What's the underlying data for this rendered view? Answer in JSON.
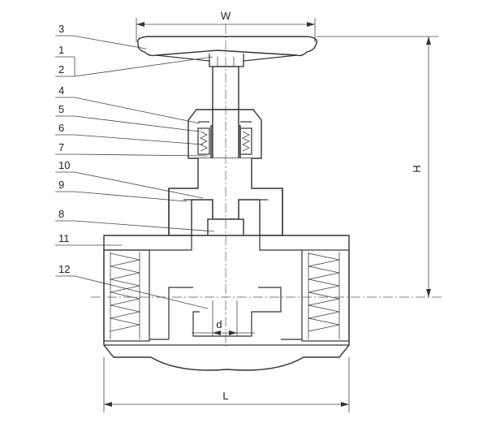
{
  "callouts": [
    "1",
    "2",
    "3",
    "4",
    "5",
    "6",
    "7",
    "8",
    "9",
    "10",
    "11",
    "12"
  ],
  "dimensions": {
    "width": "W",
    "height": "H",
    "length": "L",
    "bore": "d"
  }
}
